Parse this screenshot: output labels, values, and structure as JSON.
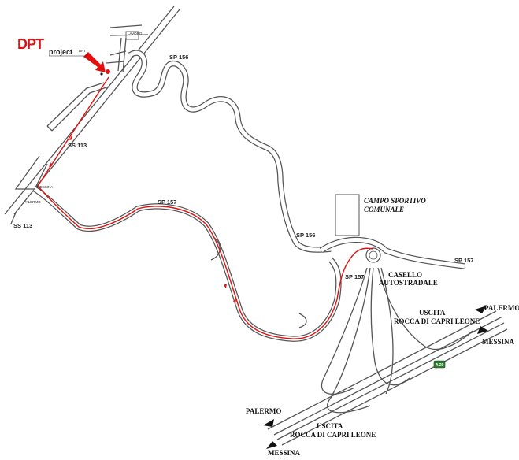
{
  "logo": {
    "brand": "DPT",
    "suffix": "project",
    "small_mark": "DPT"
  },
  "roads": {
    "sp156_top": "SP 156",
    "sp156_mid": "SP 156",
    "sp157_left": "SP 157",
    "sp157_right": "SP 157",
    "sp157_center": "SP 157",
    "ss113_mid": "SS 113",
    "ss113_bottom": "SS 113",
    "small_messina": "MESSINA",
    "small_palermo": "PALERMO",
    "small_lavoro": "LAVORO"
  },
  "places": {
    "campo_line1": "CAMPO SPORTIVO",
    "campo_line2": "COMUNALE",
    "casello_line1": "CASELLO",
    "casello_line2": "AUTOSTRADALE",
    "uscita_top_line1": "USCITA",
    "uscita_top_line2": "ROCCA DI CAPRI LEONE",
    "uscita_bottom_line1": "USCITA",
    "uscita_bottom_line2": "ROCCA DI CAPRI LEONE"
  },
  "directions": {
    "palermo_top": "PALERMO",
    "messina_right": "MESSINA",
    "palermo_left": "PALERMO",
    "messina_bottom": "MESSINA"
  },
  "motorway": {
    "shield": "A 20",
    "shield_color": "#2e7d32"
  },
  "colors": {
    "route": "#e01010",
    "road": "#555555",
    "marker": "#e01010"
  }
}
